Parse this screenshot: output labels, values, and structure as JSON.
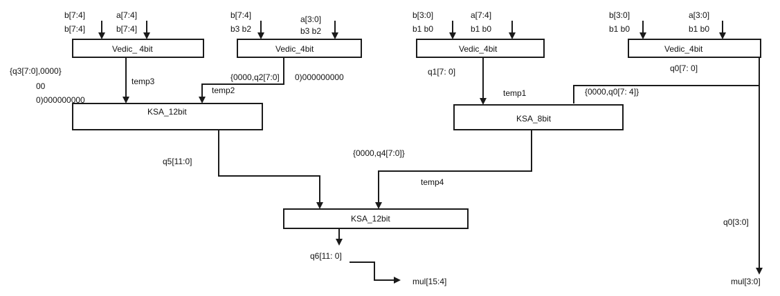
{
  "blocks": {
    "vedic_1": "Vedic_ 4bit",
    "vedic_2": "Vedic_4bit",
    "vedic_3": "Vedic_4bit",
    "vedic_4": "Vedic_4bit",
    "ksa_left": "KSA_12bit",
    "ksa_right": "KSA_8bit",
    "ksa_bottom": "KSA_12bit"
  },
  "inputs": {
    "v1_b_line1": "b[7:4]",
    "v1_b_line2": "b[7:4]",
    "v1_a_line1": "a[7:4]",
    "v1_a_line2": "b[7:4]",
    "v2_b_line1": "b[7:4]",
    "v2_b_line2": "b3 b2",
    "v2_a_line1": "a[3:0]",
    "v2_a_line2": "b3 b2",
    "v3_b_line1": "b[3:0]",
    "v3_b_line2": "b1 b0",
    "v3_a_line1": "a[7:4]",
    "v3_a_line2": "b1 b0",
    "v4_b_line1": "b[3:0]",
    "v4_b_line2": "b1 b0",
    "v4_a_line1": "a[3:0]",
    "v4_a_line2": "b1 b0"
  },
  "signals": {
    "q3_concat_line1": "{q3[7:0],0000}",
    "q3_concat_line2": "00",
    "q3_concat_line3": "0)000000000",
    "temp3": "temp3",
    "q2_concat": "{0000,q2[7:0]",
    "q2_concat_tail": "0)000000000",
    "temp2": "temp2",
    "q1": "q1[7: 0]",
    "temp1": "temp1",
    "q0": "q0[7: 0]",
    "q0_concat": "{0000,q0[7: 4]}",
    "q5": "q5[11:0]",
    "q4_concat": "{0000,q4[7:0]}",
    "temp4": "temp4",
    "q6": "q6[11: 0]",
    "q0_low": "q0[3:0]",
    "mul_high": "mul[15:4]",
    "mul_low": "mul[3:0]"
  },
  "colors": {
    "line": "#1a1a1a",
    "text": "#111111",
    "background": "#ffffff"
  }
}
